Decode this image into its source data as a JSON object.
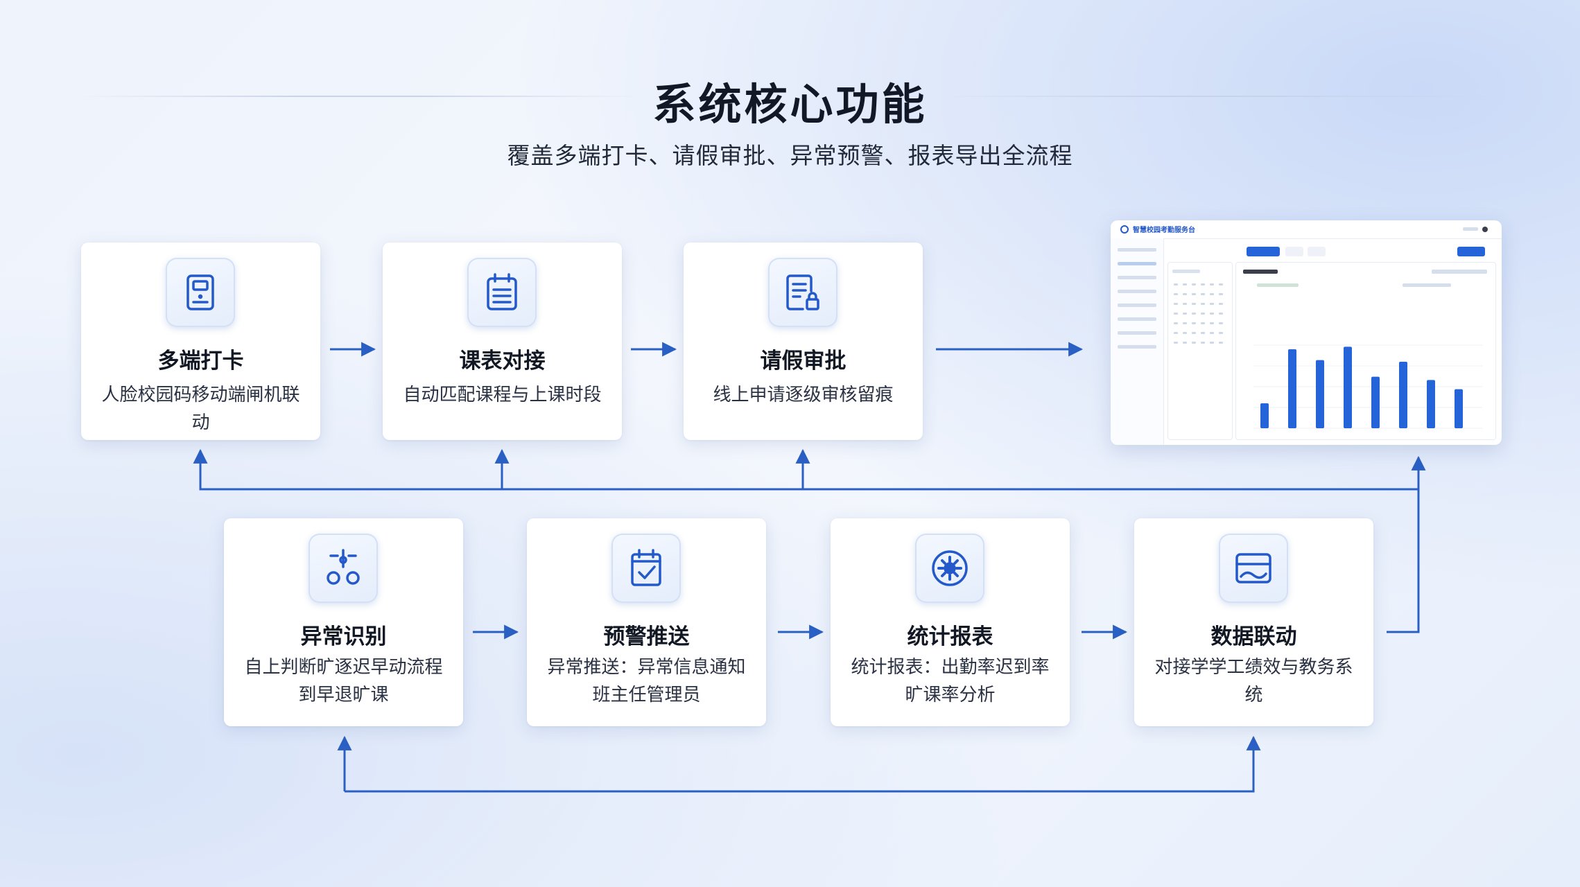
{
  "header": {
    "title": "系统核心功能",
    "subtitle": "覆盖多端打卡、请假审批、异常预警、报表导出全流程"
  },
  "top_cards": [
    {
      "title": "多端打卡",
      "desc": "人脸校园码移动端闸机联动",
      "icon": "id-card-icon"
    },
    {
      "title": "课表对接",
      "desc": "自动匹配课程与上课时段",
      "icon": "calendar-list-icon"
    },
    {
      "title": "请假审批",
      "desc": "线上申请逐级审核留痕",
      "icon": "document-lock-icon"
    }
  ],
  "bottom_cards": [
    {
      "title": "异常识别",
      "desc": "自上判断旷逐迟早动流程到早退旷课",
      "icon": "sliders-circles-icon"
    },
    {
      "title": "预警推送",
      "desc": "异常推送：异常信息通知班主任管理员",
      "icon": "clipboard-check-icon"
    },
    {
      "title": "统计报表",
      "desc": "统计报表：出勤率迟到率旷课率分析",
      "icon": "gear-circle-icon"
    },
    {
      "title": "数据联动",
      "desc": "对接学学工绩效与教务系统",
      "icon": "inbox-wave-icon"
    }
  ],
  "dashboard": {
    "name": "智慧校园考勤服务台",
    "bar_values": [
      0.3,
      0.95,
      0.82,
      0.98,
      0.62,
      0.8,
      0.58,
      0.47
    ]
  },
  "colors": {
    "accent": "#2459c9",
    "arrow": "#2a5fc4",
    "bar": "#2563d9"
  }
}
